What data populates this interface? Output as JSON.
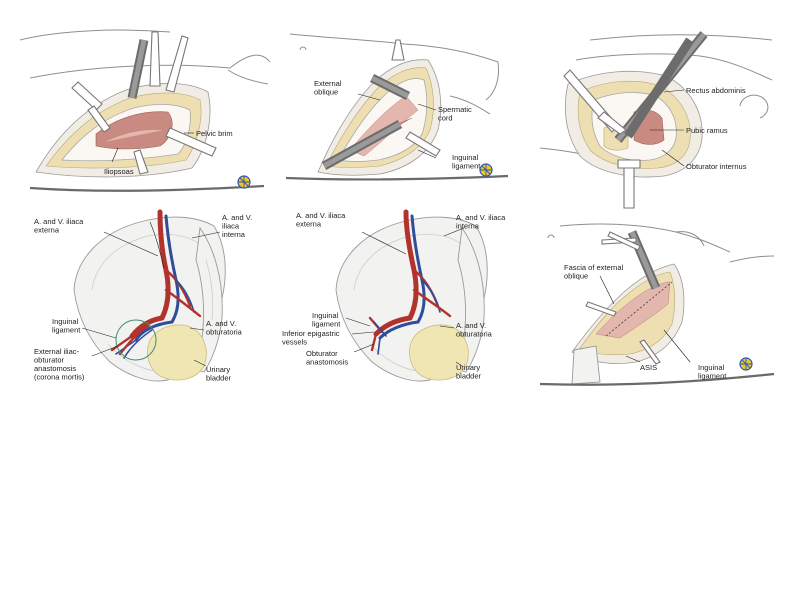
{
  "panels": {
    "p1": {
      "labels": {
        "pelvic_brim": "Pelvic brim",
        "iliopsoas": "Iliopsoas"
      }
    },
    "p2": {
      "labels": {
        "external_oblique": "External\noblique",
        "spermatic_cord": "Spermatic\ncord",
        "inguinal_ligament": "Inguinal\nligament"
      }
    },
    "p3": {
      "labels": {
        "rectus_abdominis": "Rectus abdominis",
        "pubic_ramus": "Pubic ramus",
        "obturator_internus": "Obturator internus"
      }
    },
    "p4": {
      "labels": {
        "iliaca_externa": "A. and V. iliaca\nexterna",
        "iliaca_interna": "A. and V.\niliaca\ninterna",
        "inguinal_ligament": "Inguinal\nligament",
        "obturatoria": "A. and V.\nobturatoria",
        "corona_mortis": "External iliac-\nobturator\nanastomosis\n(corona mortis)",
        "urinary_bladder": "Urinary\nbladder"
      }
    },
    "p5": {
      "labels": {
        "iliaca_externa": "A. and V. iliaca\nexterna",
        "iliaca_interna": "A. and V. iliaca\ninterna",
        "inguinal_ligament": "Inguinal\nligament",
        "inferior_epigastric": "Inferior epigastric\nvessels",
        "obturator_anastomosis": "Obturator\nanastomosis",
        "obturatoria": "A. and V.\nobturatoria",
        "urinary_bladder": "Urinary\nbladder"
      }
    },
    "p6": {
      "labels": {
        "fascia_external_oblique": "Fascia of external\noblique",
        "asis": "ASIS",
        "inguinal_ligament": "Inguinal\nligament"
      }
    }
  },
  "icons": [
    "publisher-logo-icon"
  ]
}
